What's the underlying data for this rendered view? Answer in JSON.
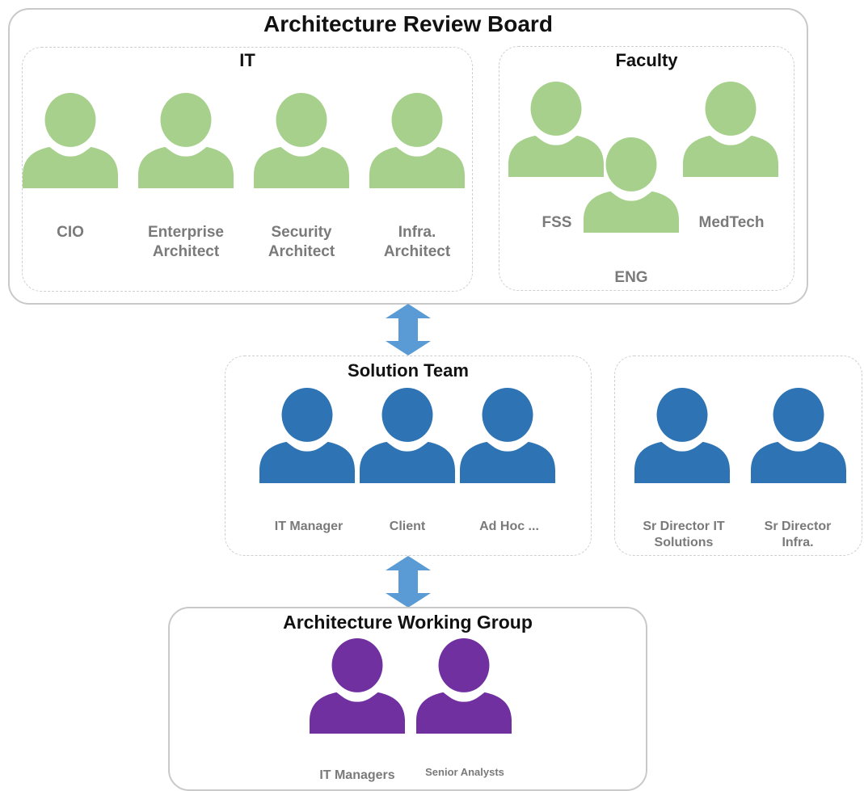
{
  "board": {
    "title": "Architecture Review Board"
  },
  "it_group": {
    "title": "IT",
    "members": [
      {
        "line1": "CIO",
        "line2": ""
      },
      {
        "line1": "Enterprise",
        "line2": "Architect"
      },
      {
        "line1": "Security",
        "line2": "Architect"
      },
      {
        "line1": "Infra.",
        "line2": "Architect"
      }
    ]
  },
  "faculty_group": {
    "title": "Faculty",
    "members": [
      "FSS",
      "MedTech",
      "ENG"
    ]
  },
  "solution_team": {
    "title": "Solution Team",
    "members": [
      "IT Manager",
      "Client",
      "Ad Hoc ..."
    ]
  },
  "directors_group": {
    "members": [
      {
        "line1": "Sr Director IT",
        "line2": "Solutions"
      },
      {
        "line1": "Sr Director",
        "line2": "Infra."
      }
    ]
  },
  "working_group": {
    "title": "Architecture Working Group",
    "members": [
      "IT Managers",
      "Senior Analysts"
    ]
  },
  "colors": {
    "green": "#a6d08b",
    "blue": "#2e74b5",
    "purple": "#7030a0",
    "arrow": "#5b9bd5",
    "label": "#7a7a7a"
  },
  "icons": {
    "person": "person-icon",
    "arrow": "double-arrow-icon"
  }
}
